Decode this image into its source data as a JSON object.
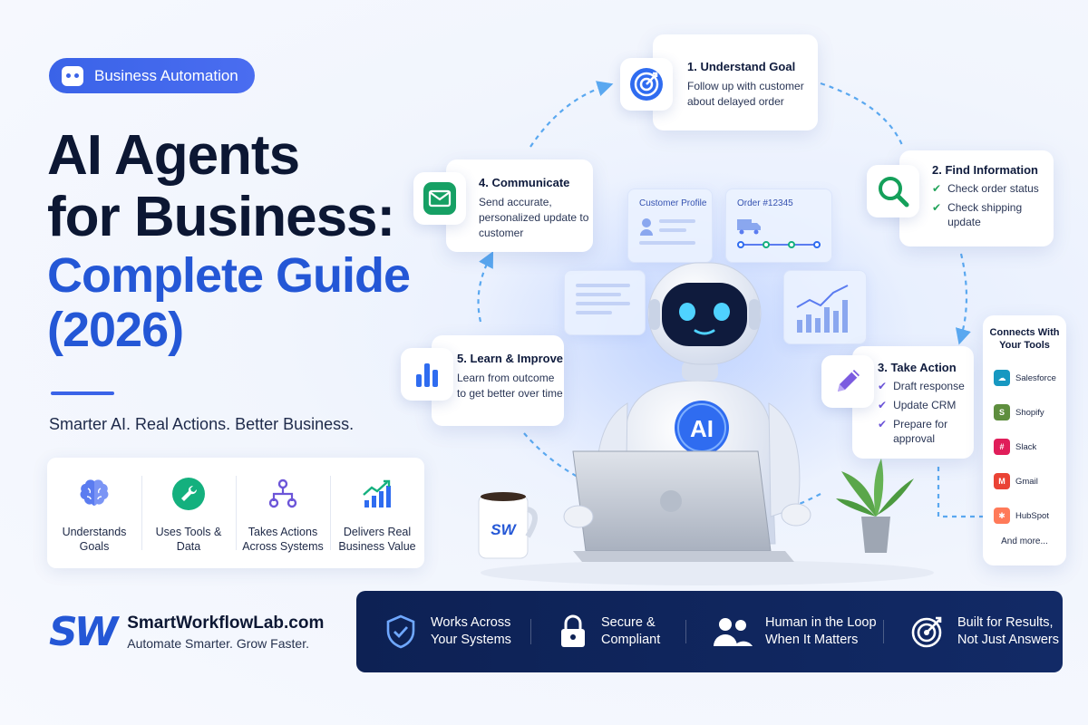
{
  "badge": {
    "label": "Business Automation",
    "icon": "robot-icon"
  },
  "title": {
    "line1": "AI Agents",
    "line2": "for Business:",
    "line3": "Complete Guide",
    "line4": "(2026)"
  },
  "tagline": "Smarter AI. Real Actions. Better Business.",
  "features": [
    {
      "icon": "brain-icon",
      "label": "Understands Goals"
    },
    {
      "icon": "wrench-icon",
      "label": "Uses Tools & Data"
    },
    {
      "icon": "network-icon",
      "label": "Takes Actions Across Systems"
    },
    {
      "icon": "growth-chart-icon",
      "label": "Delivers Real Business Value"
    }
  ],
  "brand": {
    "mark": "SW",
    "name": "SmartWorkflowLab.com",
    "slogan": "Automate Smarter. Grow Faster."
  },
  "steps": {
    "goal": {
      "title": "1. Understand Goal",
      "body": "Follow up with customer about delayed order"
    },
    "info": {
      "title": "2. Find Information",
      "checks": [
        "Check order status",
        "Check shipping update"
      ]
    },
    "action": {
      "title": "3. Take Action",
      "checks": [
        "Draft response",
        "Update CRM",
        "Prepare for approval"
      ]
    },
    "communicate": {
      "title": "4. Communicate",
      "body": "Send accurate, personalized update to customer"
    },
    "learn": {
      "title": "5. Learn & Improve",
      "body": "Learn from outcome to get better over time"
    }
  },
  "panels": {
    "profile": "Customer Profile",
    "order": "Order #12345"
  },
  "robot": {
    "chest_label": "AI",
    "mug_label": "SW"
  },
  "tools": {
    "title": "Connects With Your Tools",
    "items": [
      {
        "name": "Salesforce",
        "color": "#1798c1"
      },
      {
        "name": "Shopify",
        "color": "#5e8e3e"
      },
      {
        "name": "Slack",
        "color": "#e01e5a"
      },
      {
        "name": "Gmail",
        "color": "#ea4335"
      },
      {
        "name": "HubSpot",
        "color": "#ff7a59"
      }
    ],
    "more": "And more..."
  },
  "benefits": [
    {
      "icon": "shield-check-icon",
      "label": "Works Across Your Systems"
    },
    {
      "icon": "lock-icon",
      "label": "Secure & Compliant"
    },
    {
      "icon": "people-icon",
      "label": "Human in the Loop When It Matters"
    },
    {
      "icon": "target-icon",
      "label": "Built for Results, Not Just Answers"
    }
  ],
  "colors": {
    "brand_blue": "#2457d6",
    "navy": "#0d2154",
    "check_green": "#23a45b"
  }
}
